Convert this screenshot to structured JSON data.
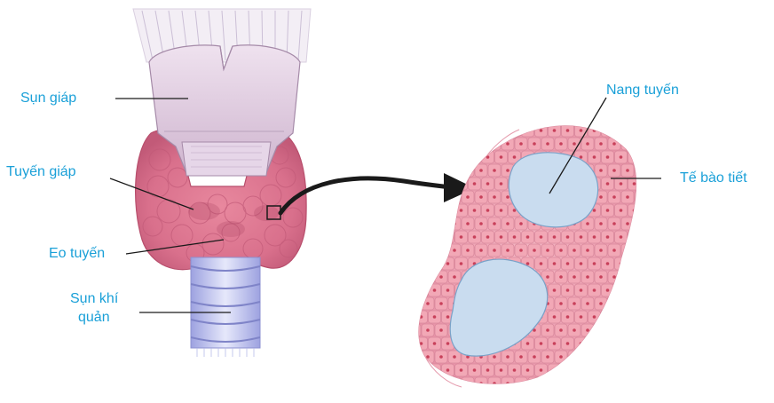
{
  "colors": {
    "label_text": "#1aa0d8",
    "leader_line": "#1a1a1a",
    "arrow": "#1a1a1a",
    "tissue_pink": "#e07c98",
    "tissue_dark": "#c8506f",
    "cell_fill": "#f2a8b6",
    "cell_border": "#d9889c",
    "nucleus": "#c8405a",
    "follicle_fill": "#c9dcef",
    "cartilage": "#d9c3d9",
    "trachea": "#b9bcef"
  },
  "labels": {
    "sun_giap": "Sụn giáp",
    "tuyen_giap": "Tuyến giáp",
    "eo_tuyen": "Eo tuyến",
    "sun_khi_quan_line1": "Sụn khí",
    "sun_khi_quan_line2": "quản",
    "nang_tuyen": "Nang tuyến",
    "te_bao_tiet": "Tế bào tiết"
  }
}
